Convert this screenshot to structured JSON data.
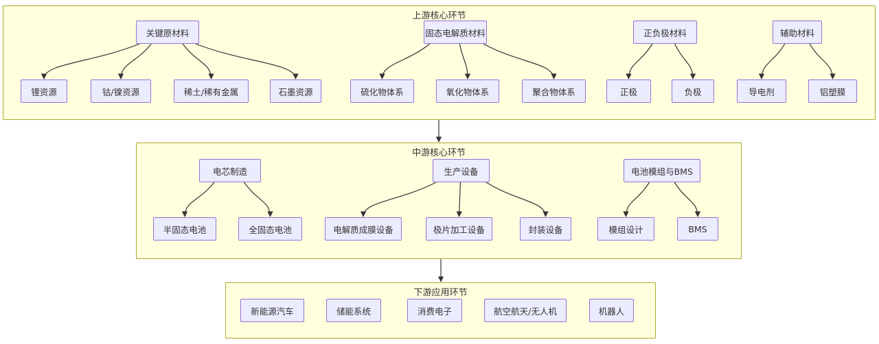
{
  "diagram": {
    "clusters": [
      {
        "id": "upstream",
        "title": "上游核心环节"
      },
      {
        "id": "midstream",
        "title": "中游核心环节"
      },
      {
        "id": "downstream",
        "title": "下游应用环节"
      }
    ],
    "nodes": {
      "keyRaw": {
        "label": "关键原材料"
      },
      "li": {
        "label": "锂资源"
      },
      "coNi": {
        "label": "钴/镍资源"
      },
      "rare": {
        "label": "稀土/稀有金属"
      },
      "graphite": {
        "label": "石墨资源"
      },
      "electrolyte": {
        "label": "固态电解质材料"
      },
      "sulfide": {
        "label": "硫化物体系"
      },
      "oxide": {
        "label": "氧化物体系"
      },
      "polymer": {
        "label": "聚合物体系"
      },
      "cathodeAnode": {
        "label": "正负极材料"
      },
      "cathode": {
        "label": "正极"
      },
      "anode": {
        "label": "负极"
      },
      "auxiliary": {
        "label": "辅助材料"
      },
      "conductive": {
        "label": "导电剂"
      },
      "alFilm": {
        "label": "铝塑膜"
      },
      "cellMfg": {
        "label": "电芯制造"
      },
      "semiSolid": {
        "label": "半固态电池"
      },
      "allSolid": {
        "label": "全固态电池"
      },
      "prodEquip": {
        "label": "生产设备"
      },
      "filmEquip": {
        "label": "电解质成膜设备"
      },
      "electrodeEquip": {
        "label": "极片加工设备"
      },
      "packEquip": {
        "label": "封装设备"
      },
      "moduleBms": {
        "label": "电池模组与BMS"
      },
      "moduleDesign": {
        "label": "模组设计"
      },
      "bms": {
        "label": "BMS"
      },
      "ev": {
        "label": "新能源汽车"
      },
      "storage": {
        "label": "储能系统"
      },
      "consumer": {
        "label": "消费电子"
      },
      "aero": {
        "label": "航空航天/无人机"
      },
      "robot": {
        "label": "机器人"
      }
    },
    "edges": [
      [
        "keyRaw",
        "li"
      ],
      [
        "keyRaw",
        "coNi"
      ],
      [
        "keyRaw",
        "rare"
      ],
      [
        "keyRaw",
        "graphite"
      ],
      [
        "electrolyte",
        "sulfide"
      ],
      [
        "electrolyte",
        "oxide"
      ],
      [
        "electrolyte",
        "polymer"
      ],
      [
        "cathodeAnode",
        "cathode"
      ],
      [
        "cathodeAnode",
        "anode"
      ],
      [
        "auxiliary",
        "conductive"
      ],
      [
        "auxiliary",
        "alFilm"
      ],
      [
        "cellMfg",
        "semiSolid"
      ],
      [
        "cellMfg",
        "allSolid"
      ],
      [
        "prodEquip",
        "filmEquip"
      ],
      [
        "prodEquip",
        "electrodeEquip"
      ],
      [
        "prodEquip",
        "packEquip"
      ],
      [
        "moduleBms",
        "moduleDesign"
      ],
      [
        "moduleBms",
        "bms"
      ]
    ],
    "cluster_edges": [
      [
        "upstream",
        "midstream"
      ],
      [
        "midstream",
        "downstream"
      ]
    ],
    "colors": {
      "node_fill": "#ececff",
      "node_border": "#9370db",
      "cluster_fill": "#ffffde",
      "cluster_border": "#aaaa33",
      "edge": "#333333",
      "text": "#333333",
      "background": "#ffffff"
    }
  }
}
